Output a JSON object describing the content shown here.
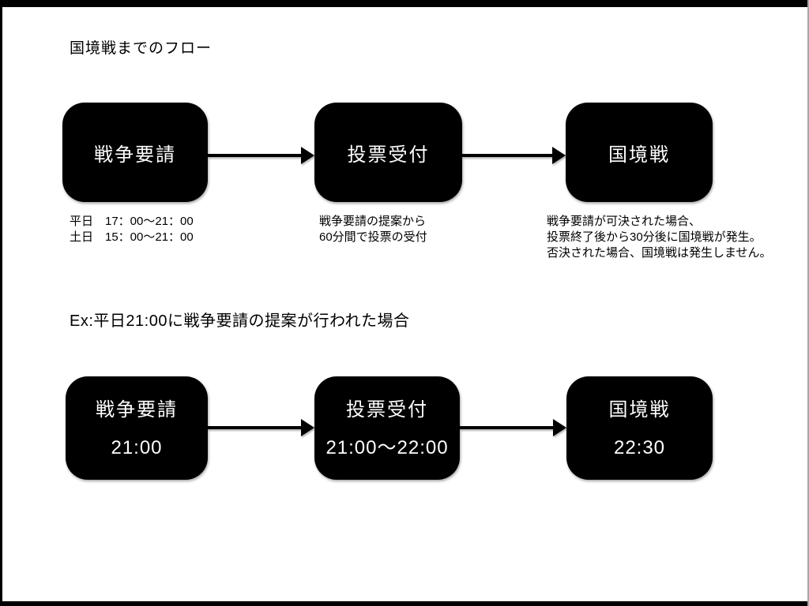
{
  "page": {
    "title": "国境戦までのフロー",
    "example_heading": "Ex:平日21:00に戦争要請の提案が行われた場合"
  },
  "colors": {
    "background": "#ffffff",
    "box_fill": "#000000",
    "box_text": "#ffffff",
    "body_text": "#000000",
    "frame": "#000000"
  },
  "flow_main": {
    "steps": [
      {
        "label": "戦争要請",
        "note_lines": [
          "平日　17：00～21：00",
          "土日　15：00～21：00"
        ]
      },
      {
        "label": "投票受付",
        "note_lines": [
          "戦争要請の提案から",
          "60分間で投票の受付"
        ]
      },
      {
        "label": "国境戦",
        "note_lines": [
          "戦争要請が可決された場合、",
          "投票終了後から30分後に国境戦が発生。",
          "否決された場合、国境戦は発生しません。"
        ]
      }
    ]
  },
  "flow_example": {
    "steps": [
      {
        "label": "戦争要請",
        "time": "21:00"
      },
      {
        "label": "投票受付",
        "time": "21:00～22:00"
      },
      {
        "label": "国境戦",
        "time": "22:30"
      }
    ]
  }
}
